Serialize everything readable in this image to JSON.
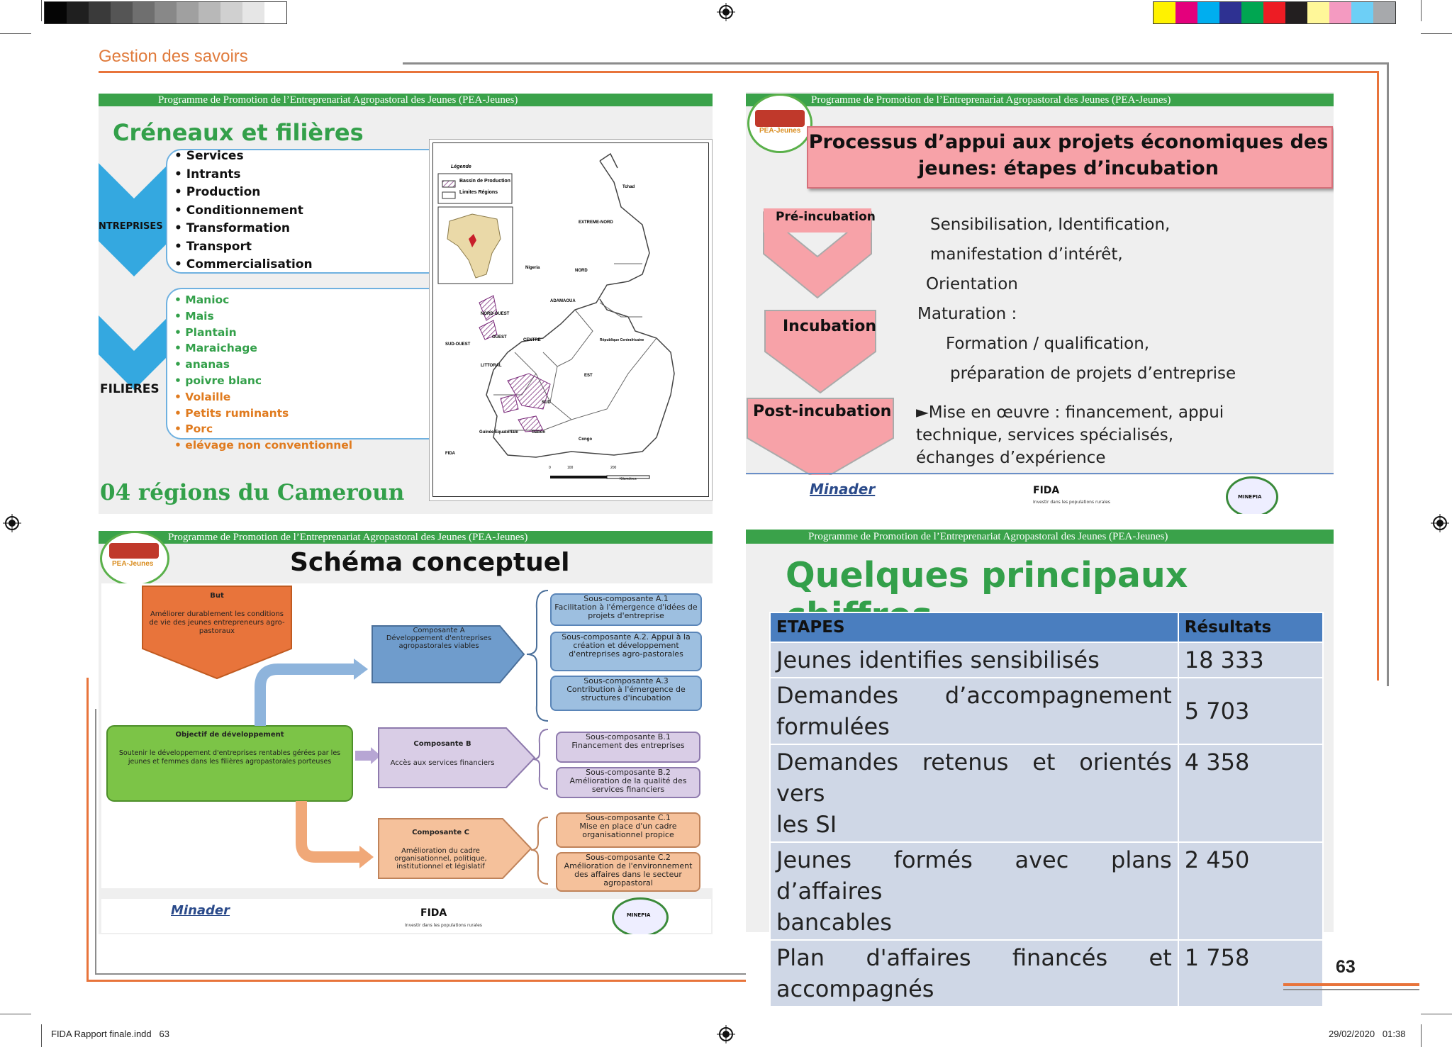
{
  "header": {
    "section_title": "Gestion des savoirs"
  },
  "page_number": "63",
  "footer": {
    "file": "FIDA Rapport finale.indd   63",
    "date": "29/02/2020   01:38"
  },
  "program_band": "Programme de Promotion de l’Entreprenariat Agropastoral des Jeunes (PEA-Jeunes)",
  "slide1": {
    "title": "Créneaux et filières",
    "entreprises_label": "NTREPRISES",
    "filieres_label": "FILIERES",
    "entreprises_items": [
      "• Services",
      "• Intrants",
      "• Production",
      "• Conditionnement",
      "• Transformation",
      "• Transport",
      "• Commercialisation"
    ],
    "filieres_green": [
      "• Manioc",
      "• Mais",
      "• Plantain",
      "• Maraichage",
      "• ananas",
      "• poivre blanc"
    ],
    "filieres_orange": [
      "• Volaille",
      "• Petits ruminants",
      "• Porc",
      "• elévage non conventionnel"
    ],
    "regions": "04 régions du Cameroun",
    "map": {
      "legend_title": "Légende",
      "legend_1": "Bassin de Production",
      "legend_2": "Limites Régions",
      "regions": [
        "EXTREME-NORD",
        "NORD",
        "ADAMAOUA",
        "NORD-OUEST",
        "OUEST",
        "SUD-OUEST",
        "LITTORAL",
        "CENTRE",
        "EST",
        "SUD"
      ],
      "countries": [
        "Tchad",
        "Nigeria",
        "République Centrafricaine",
        "Guinée Equatoriale",
        "Gabon",
        "Congo"
      ],
      "fida": "FIDA",
      "scale": [
        "0",
        "100",
        "200",
        "Kilomètres"
      ]
    }
  },
  "slide2": {
    "title_line1": "Processus d’appui aux projets économiques des",
    "title_line2": "jeunes: étapes d’incubation",
    "stages": [
      "Pré-incubation",
      "Incubation",
      "Post-incubation"
    ],
    "pre_lines": [
      "Sensibilisation, Identification,",
      "manifestation d’intérêt,",
      "Orientation"
    ],
    "inc_lines": [
      "Maturation :",
      "Formation / qualification,",
      "préparation de   projets d’entreprise"
    ],
    "post_lines": [
      "►Mise en œuvre : financement, appui",
      "technique,      services spécialisés,",
      "échanges d’expérience"
    ],
    "logos": {
      "minader": "Minader",
      "fida": "FIDA",
      "fida_sub": "Investir dans les populations rurales",
      "minepia": "MINEPIA",
      "pea": "PEA-Jeunes"
    }
  },
  "slide3": {
    "title": "Schéma conceptuel",
    "but_title": "But",
    "but_text": "Améliorer durablement les conditions de vie des jeunes entrepreneurs agro-pastoraux",
    "obj_title": "Objectif de développement",
    "obj_text": "Soutenir le développement d'entreprises rentables gérées par les jeunes et femmes dans les filières agropastorales porteuses",
    "comp_a": "Composante A\nDéveloppement d'entreprises agropastorales viables",
    "comp_b_title": "Composante B",
    "comp_b_text": "Accès aux services financiers",
    "comp_c_title": "Composante C",
    "comp_c_text": "Amélioration du cadre organisationnel, politique, institutionnel et législatif",
    "a1": "Sous-composante A.1\nFacilitation à l'émergence d'idées de projets d'entreprise",
    "a2": "Sous-composante A.2. Appui à la création et développement d'entreprises agro-pastorales",
    "a3": "Sous-composante A.3\nContribution à l'émergence de structures d'incubation",
    "b1": "Sous-composante B.1\nFinancement des entreprises",
    "b2": "Sous-composante B.2\nAmélioration de la qualité des services financiers",
    "c1": "Sous-composante C.1\nMise en place d'un cadre organisationnel propice",
    "c2": "Sous-composante C.2\nAmélioration de l'environnement des affaires dans le secteur agropastoral"
  },
  "slide4": {
    "title": "Quelques principaux chiffres",
    "col1": "ETAPES",
    "col2": "Résultats",
    "rows": [
      {
        "label": "Jeunes identifies sensibilisés",
        "value": "18 333"
      },
      {
        "label_1": "Demandes       d’accompagnement",
        "label_2": "formulées",
        "value": "5 703"
      },
      {
        "label_1": "Demandes retenus et orientés vers",
        "label_2": "les SI",
        "value": "4 358"
      },
      {
        "label_1": "Jeunes formés avec plans d’affaires",
        "label_2": "bancables",
        "value": "2 450"
      },
      {
        "label_1": "Plan      d'affaires      financés      et",
        "label_2": "accompagnés",
        "value": "1 758"
      }
    ]
  },
  "colors": {
    "accent_orange": "#e8743b",
    "green": "#3aa24a",
    "blue_table": "#4a7ebf"
  }
}
